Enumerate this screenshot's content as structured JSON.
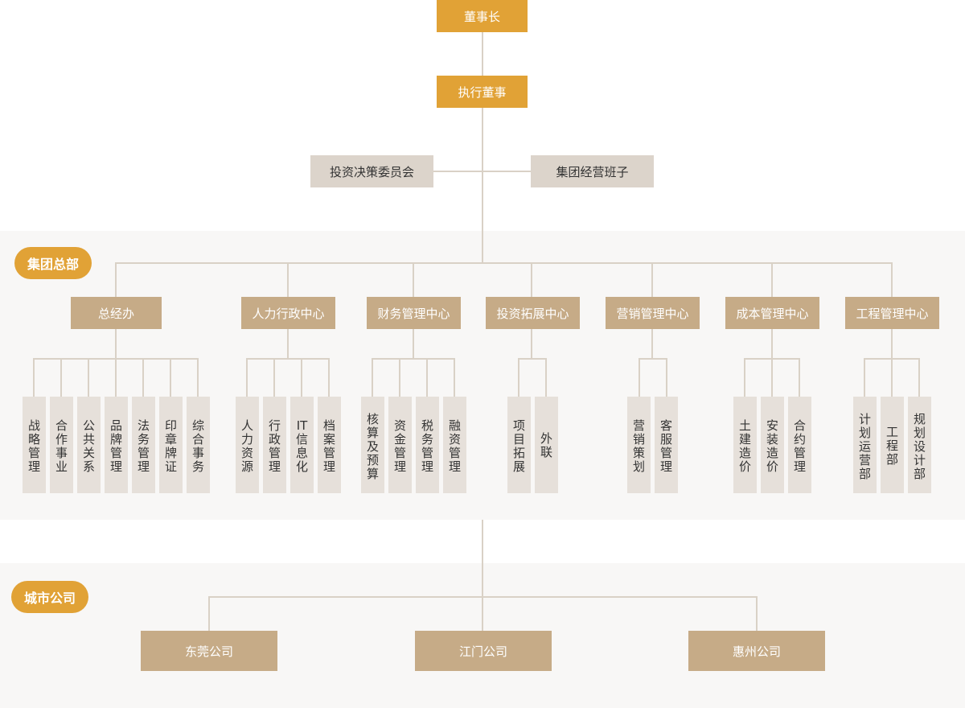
{
  "top": {
    "chairman": "董事长",
    "executive_director": "执行董事",
    "committee": "投资决策委员会",
    "management_team": "集团经营班子"
  },
  "hq": {
    "section_label": "集团总部",
    "centers": [
      {
        "name": "总经办",
        "departments": [
          "战略管理",
          "合作事业",
          "公共关系",
          "品牌管理",
          "法务管理",
          "印章牌证",
          "综合事务"
        ]
      },
      {
        "name": "人力行政中心",
        "departments": [
          "人力资源",
          "行政管理",
          "IT信息化",
          "档案管理"
        ]
      },
      {
        "name": "财务管理中心",
        "departments": [
          "核算及预算",
          "资金管理",
          "税务管理",
          "融资管理"
        ]
      },
      {
        "name": "投资拓展中心",
        "departments": [
          "项目拓展",
          "外联"
        ]
      },
      {
        "name": "营销管理中心",
        "departments": [
          "营销策划",
          "客服管理"
        ]
      },
      {
        "name": "成本管理中心",
        "departments": [
          "土建造价",
          "安装造价",
          "合约管理"
        ]
      },
      {
        "name": "工程管理中心",
        "departments": [
          "计划运营部",
          "工程部",
          "规划设计部"
        ]
      }
    ]
  },
  "city": {
    "section_label": "城市公司",
    "companies": [
      "东莞公司",
      "江门公司",
      "惠州公司"
    ]
  },
  "colors": {
    "accent": "#e1a236",
    "center_fill": "#c6ab87",
    "committee_fill": "#dcd4cb",
    "department_fill": "#e6e0da",
    "connector": "#d9d1c6",
    "band": "#f8f7f6"
  }
}
